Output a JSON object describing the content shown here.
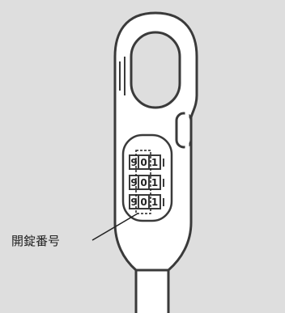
{
  "callout": {
    "label": "開錠番号"
  },
  "dial_rows": [
    [
      "9",
      "0",
      "1"
    ],
    [
      "9",
      "0",
      "1"
    ],
    [
      "9",
      "0",
      "1"
    ]
  ],
  "colors": {
    "background": "#dedede",
    "outline": "#3a3a3a",
    "fill": "#ffffff"
  }
}
